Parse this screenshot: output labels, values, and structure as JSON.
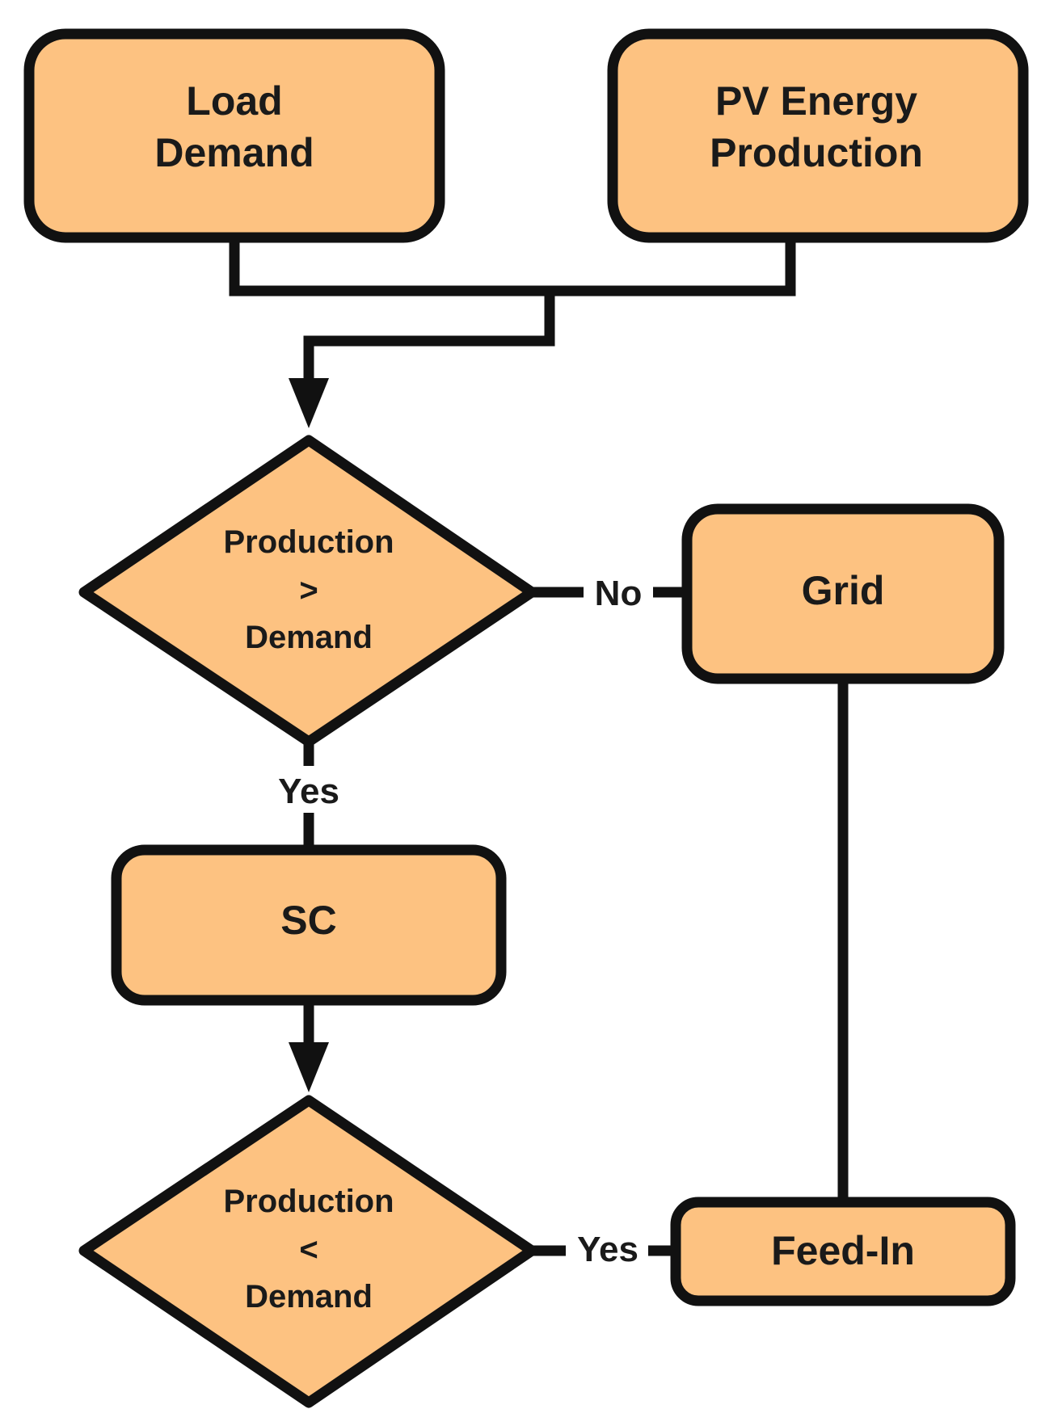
{
  "nodes": {
    "load_demand": {
      "line1": "Load",
      "line2": "Demand"
    },
    "pv_production": {
      "line1": "PV Energy",
      "line2": "Production"
    },
    "decision_1": {
      "line1": "Production",
      "line2": ">",
      "line3": "Demand"
    },
    "grid": {
      "label": "Grid"
    },
    "sc": {
      "label": "SC"
    },
    "decision_2": {
      "line1": "Production",
      "line2": "<",
      "line3": "Demand"
    },
    "feed_in": {
      "label": "Feed-In"
    }
  },
  "edges": {
    "decision_1_no": "No",
    "decision_1_yes": "Yes",
    "decision_2_yes": "Yes"
  },
  "colors": {
    "node_fill": "#FDC281",
    "stroke": "#111111"
  }
}
